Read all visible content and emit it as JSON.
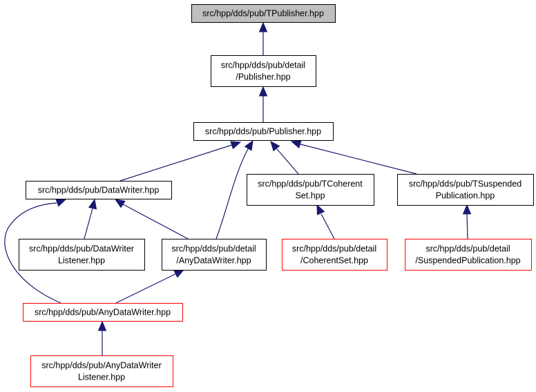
{
  "colors": {
    "edge": "#191970",
    "node_fill": "#ffffff",
    "node_border": "#000000",
    "focus_fill": "#bfbfbf",
    "truncated_border": "#ff0000"
  },
  "nodes": [
    {
      "id": "tpublisher",
      "lines": [
        "src/hpp/dds/pub/TPublisher.hpp"
      ],
      "style": "focus"
    },
    {
      "id": "detail-publisher",
      "lines": [
        "src/hpp/dds/pub/detail",
        "/Publisher.hpp"
      ],
      "style": "normal"
    },
    {
      "id": "publisher",
      "lines": [
        "src/hpp/dds/pub/Publisher.hpp"
      ],
      "style": "normal"
    },
    {
      "id": "datawriter",
      "lines": [
        "src/hpp/dds/pub/DataWriter.hpp"
      ],
      "style": "normal"
    },
    {
      "id": "tcoherentset",
      "lines": [
        "src/hpp/dds/pub/TCoherent",
        "Set.hpp"
      ],
      "style": "normal"
    },
    {
      "id": "tsuspendedpublication",
      "lines": [
        "src/hpp/dds/pub/TSuspended",
        "Publication.hpp"
      ],
      "style": "normal"
    },
    {
      "id": "datawriterlistener",
      "lines": [
        "src/hpp/dds/pub/DataWriter",
        "Listener.hpp"
      ],
      "style": "normal"
    },
    {
      "id": "detail-anydatawriter",
      "lines": [
        "src/hpp/dds/pub/detail",
        "/AnyDataWriter.hpp"
      ],
      "style": "normal"
    },
    {
      "id": "detail-coherentset",
      "lines": [
        "src/hpp/dds/pub/detail",
        "/CoherentSet.hpp"
      ],
      "style": "truncated"
    },
    {
      "id": "detail-suspendedpublication",
      "lines": [
        "src/hpp/dds/pub/detail",
        "/SuspendedPublication.hpp"
      ],
      "style": "truncated"
    },
    {
      "id": "anydatawriter",
      "lines": [
        "src/hpp/dds/pub/AnyDataWriter.hpp"
      ],
      "style": "truncated"
    },
    {
      "id": "anydatawriterlistener",
      "lines": [
        "src/hpp/dds/pub/AnyDataWriter",
        "Listener.hpp"
      ],
      "style": "truncated"
    }
  ],
  "edges": [
    {
      "from": "detail-publisher",
      "to": "tpublisher"
    },
    {
      "from": "publisher",
      "to": "detail-publisher"
    },
    {
      "from": "datawriter",
      "to": "publisher"
    },
    {
      "from": "detail-anydatawriter",
      "to": "publisher"
    },
    {
      "from": "tcoherentset",
      "to": "publisher"
    },
    {
      "from": "tsuspendedpublication",
      "to": "publisher"
    },
    {
      "from": "datawriterlistener",
      "to": "datawriter"
    },
    {
      "from": "detail-anydatawriter",
      "to": "datawriter"
    },
    {
      "from": "anydatawriter",
      "to": "datawriter"
    },
    {
      "from": "detail-coherentset",
      "to": "tcoherentset"
    },
    {
      "from": "detail-suspendedpublication",
      "to": "tsuspendedpublication"
    },
    {
      "from": "anydatawriter",
      "to": "detail-anydatawriter"
    },
    {
      "from": "anydatawriterlistener",
      "to": "anydatawriter"
    }
  ]
}
